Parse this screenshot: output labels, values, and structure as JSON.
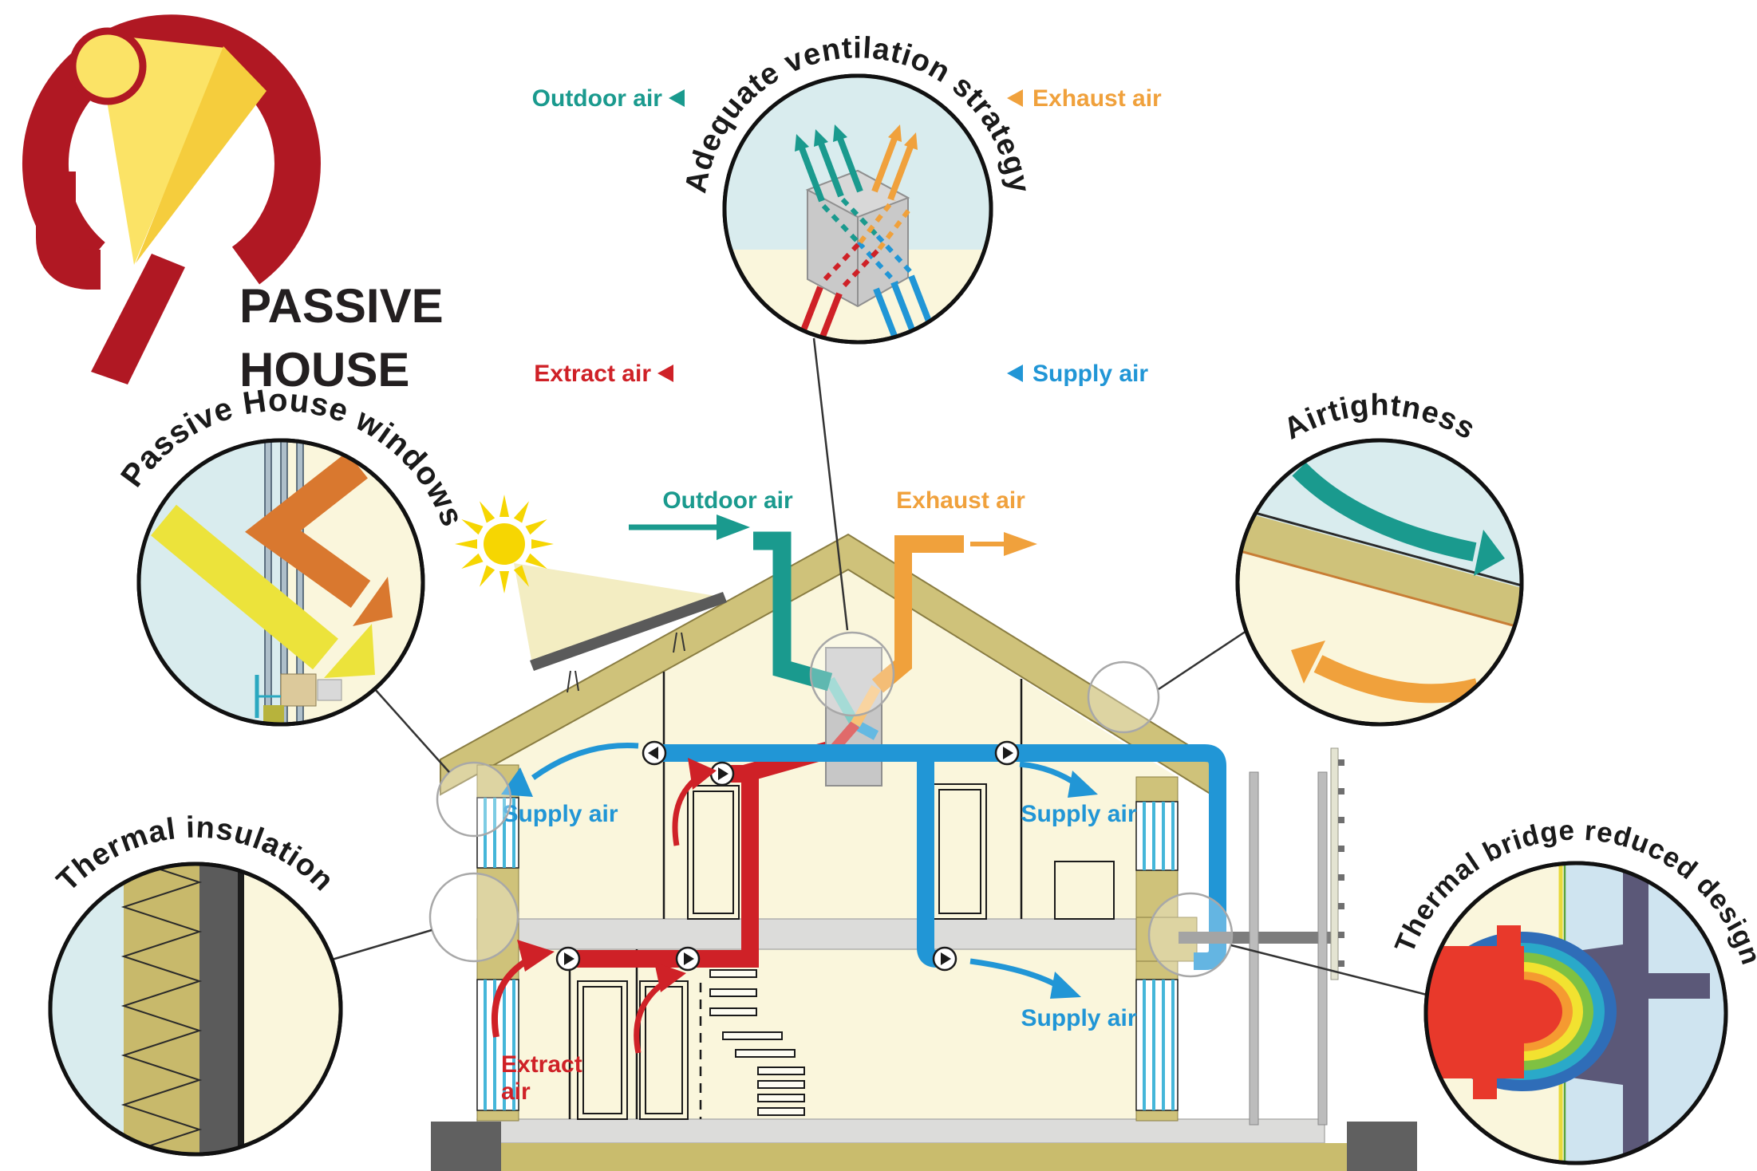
{
  "logo": {
    "line1": "PASSIVE",
    "line2": "HOUSE"
  },
  "principles": {
    "ventilation": {
      "title": "Adequate ventilation strategy",
      "outdoor_label": "Outdoor air",
      "exhaust_label": "Exhaust air",
      "extract_label": "Extract air",
      "supply_label": "Supply air"
    },
    "windows": {
      "title": "Passive House windows"
    },
    "airtightness": {
      "title": "Airtightness"
    },
    "insulation": {
      "title": "Thermal insulation"
    },
    "thermal_bridge": {
      "title": "Thermal bridge reduced design"
    }
  },
  "house": {
    "outdoor_label": "Outdoor air",
    "exhaust_label": "Exhaust air",
    "supply_upper_left": "Supply air",
    "supply_upper_right": "Supply air",
    "supply_ground": "Supply air",
    "extract_line1": "Extract",
    "extract_line2": "air"
  },
  "colors": {
    "teal": "#1a9a8e",
    "orange": "#f0a13c",
    "red": "#cf2127",
    "blue": "#2196d6",
    "roof_olive": "#cfc27a",
    "logo_red": "#b01823",
    "logo_yellow": "#fbe366",
    "interior_yellow": "#faf6dc",
    "outside_blue": "#d9ecee"
  }
}
